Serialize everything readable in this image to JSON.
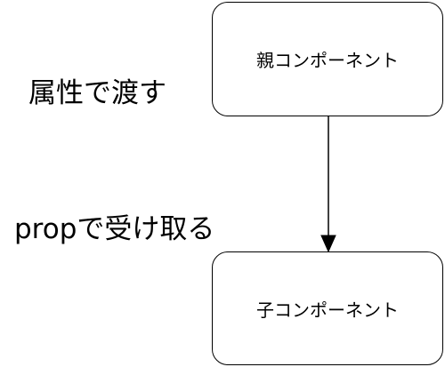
{
  "nodes": {
    "parent": {
      "label": "親コンポーネント"
    },
    "child": {
      "label": "子コンポーネント"
    }
  },
  "edge_labels": {
    "pass": "属性で渡す",
    "receive": "propで受け取る"
  },
  "colors": {
    "stroke": "#000000",
    "background": "#ffffff"
  }
}
